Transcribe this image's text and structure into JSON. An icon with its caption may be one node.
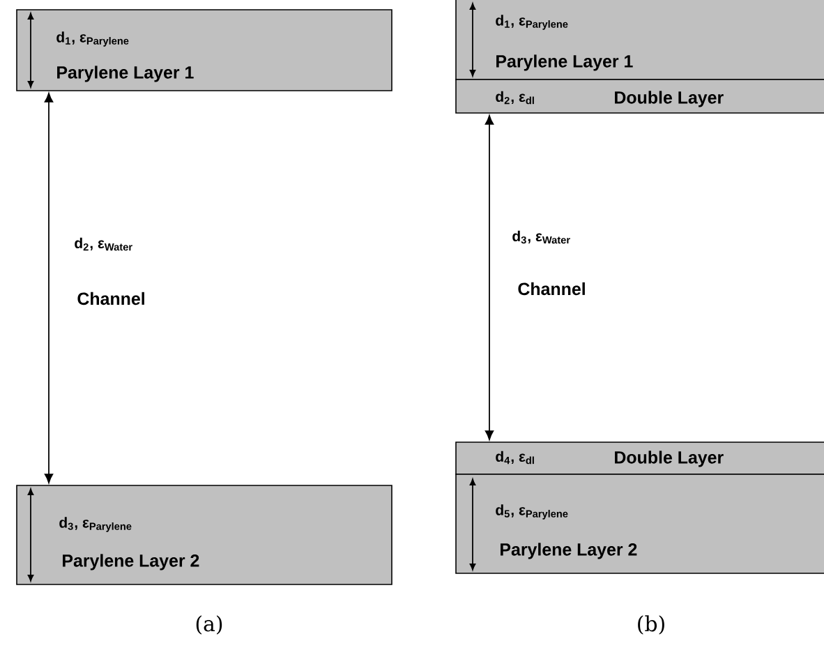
{
  "diagram": {
    "nodes": [
      {
        "text": [
          "d$_{1}$, ε$_{Parylene}$",
          "Parylene Layer 1"
        ]
      },
      {
        "text": [
          "d$_{3}$,  ε$_{Parylene}$",
          "Parylene Layer 2"
        ]
      },
      {
        "text": [
          "d$_{1}$, ε$_{Parylene}$",
          "Parylene Layer 1"
        ]
      },
      {
        "text": [
          "d$_{2}$, ε$_{dl}$",
          "Double Layer"
        ]
      },
      {
        "text": [
          "d$_{4}$, ε$_{dl}$",
          "Double Layer"
        ]
      },
      {
        "text": [
          "d$_{5}$,  ε$_{Parylene}$",
          "Parylene Layer 2"
        ]
      }
    ],
    "edges": [
      {
        "from": 0,
        "to": 1,
        "arrow": "both"
      },
      {
        "from": 3,
        "to": 4,
        "arrow": "both"
      }
    ],
    "labels": [
      "d$_{2}$,  ε$_{Water}$",
      "Channel",
      "d$_{3}$,  ε$_{Water}$",
      "Channel",
      "(a)",
      "(b)"
    ]
  }
}
